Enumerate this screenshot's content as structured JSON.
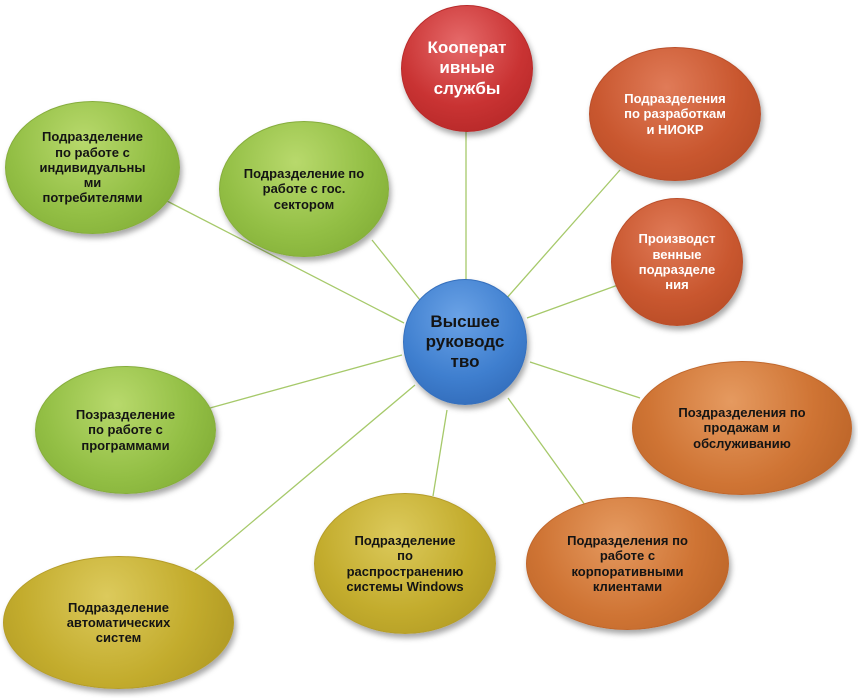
{
  "center": {
    "label": "Высшее\nруководс\nтво"
  },
  "nodes": [
    {
      "id": "cooperative",
      "label": "Кооперат\nивные\nслужбы"
    },
    {
      "id": "rnd",
      "label": "Подразделения\nпо разработкам\nи НИОКР"
    },
    {
      "id": "production",
      "label": "Производст\nвенные\nподразделе\nния"
    },
    {
      "id": "sales",
      "label": "Поздразделения по\nпродажам и\nобслуживанию"
    },
    {
      "id": "corporate",
      "label": "Подразделения по\nработе с\nкорпоративными\nклиентами"
    },
    {
      "id": "windows",
      "label": "Подразделение\nпо\nраспространению\nсистемы Windows"
    },
    {
      "id": "automation",
      "label": "Подразделение\nавтоматических\nсистем"
    },
    {
      "id": "software",
      "label": "Позразделение\nпо работе с\nпрограммами"
    },
    {
      "id": "individuals",
      "label": "Подразделение\nпо работе с\nиндивидуальны\nми\nпотребителями"
    },
    {
      "id": "government",
      "label": "Подразделение по\nработе с гос.\nсектором"
    }
  ],
  "colors": {
    "connector": "#a6c96a",
    "center": "#3f7fcf",
    "cooperative": "#c93333",
    "rnd": "#c9572f",
    "production": "#c9572f",
    "sales": "#cf7434",
    "corporate": "#cf7434",
    "windows": "#c3ac2d",
    "automation": "#c3ac2d",
    "software": "#93bf45",
    "individuals": "#93bf45",
    "government": "#93bf45"
  }
}
